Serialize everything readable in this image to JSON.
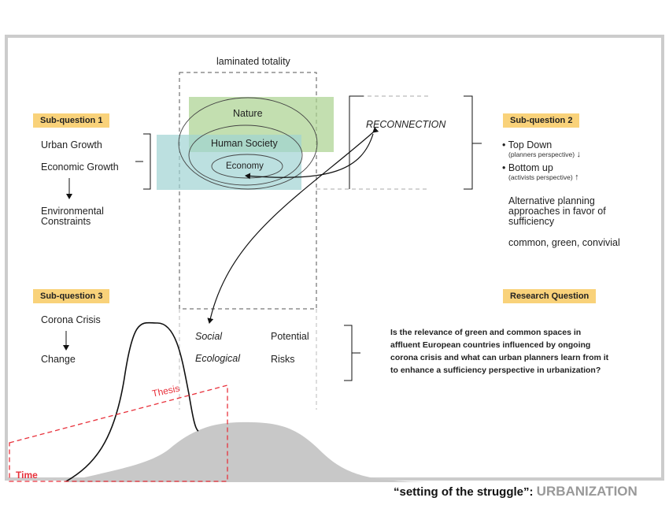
{
  "center": {
    "laminated_label": "laminated totality",
    "nature": "Nature",
    "human_society": "Human Society",
    "economy": "Economy",
    "reconnection": "RECONNECTION"
  },
  "subq1": {
    "badge": "Sub-question 1",
    "items": [
      "Urban Growth",
      "Economic Growth",
      "Environmental",
      "Constraints"
    ]
  },
  "subq2": {
    "badge": "Sub-question 2",
    "top_down": "Top Down",
    "top_down_sub": "(planners perspective)",
    "bottom_up": "Bottom up",
    "bottom_up_sub": "(activists perspective)",
    "alt_lines": [
      "Alternative planning",
      "approaches in favor of",
      "sufficiency"
    ],
    "common": "common, green, convivial"
  },
  "subq3": {
    "badge": "Sub-question 3",
    "items": [
      "Corona Crisis",
      "Change"
    ]
  },
  "middle": {
    "social": "Social",
    "ecological": "Ecological",
    "potential": "Potential",
    "risks": "Risks"
  },
  "research": {
    "badge": "Research Question",
    "lines": [
      "Is the relevance of green and common spaces in",
      "affluent European countries influenced by ongoing",
      "corona crisis and what can urban planners learn from it",
      "to enhance a sufficiency perspective in urbanization?"
    ]
  },
  "bottom": {
    "thesis": "Thesis",
    "time": "Time",
    "caption_quote": "“setting of the struggle”:",
    "caption_main": "URBANIZATION"
  },
  "colors": {
    "frame": "#cccccc",
    "badge": "#f9d27a",
    "nature_green": "#a9d18e",
    "teal": "#9fd3d3",
    "red": "#e8323c",
    "hill": "#c8c8c8"
  }
}
